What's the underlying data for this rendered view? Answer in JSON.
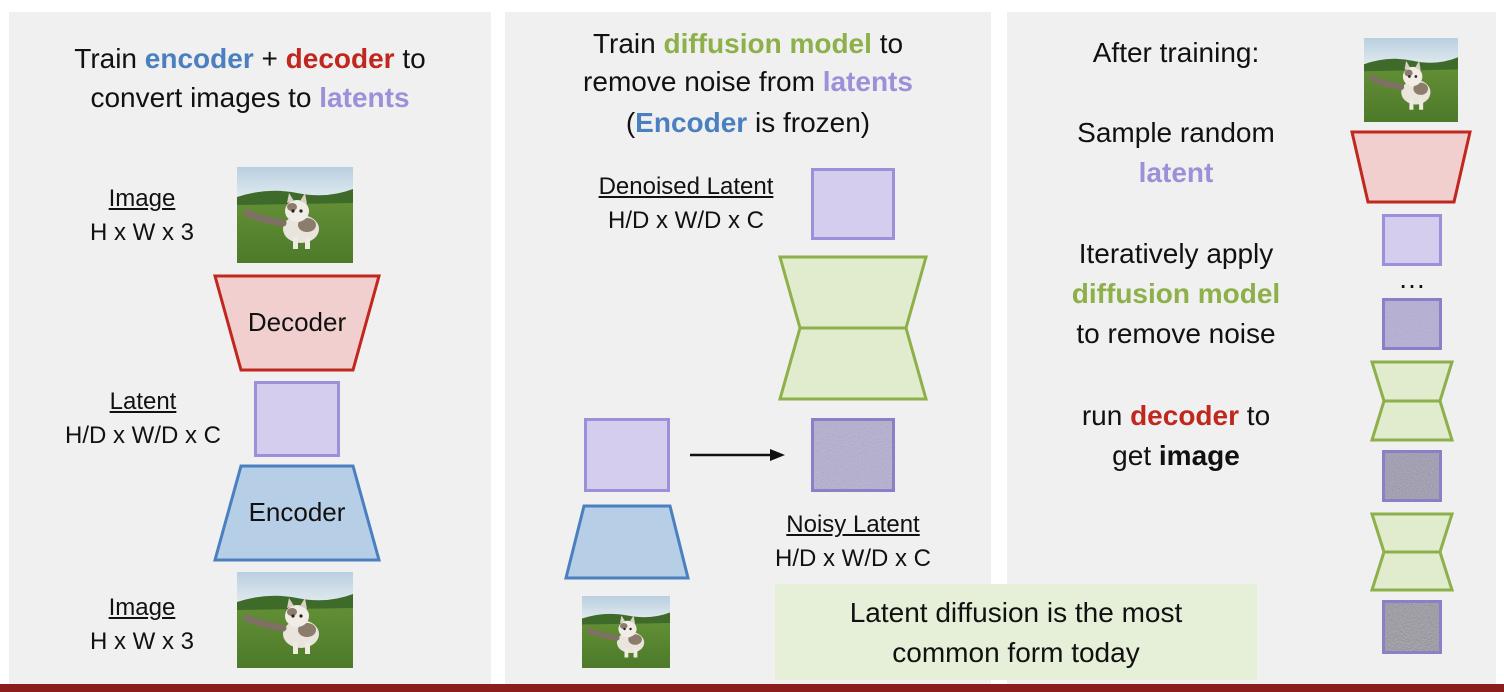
{
  "colors": {
    "encoder": "#4a7fc0",
    "decoder": "#c0271e",
    "latent": "#9d8fd8",
    "diffusion": "#8db04a",
    "panel_bg": "#f0f0f0",
    "callout_bg": "#e6efd8",
    "bottom_bar": "#8c1d1d"
  },
  "left_panel": {
    "title": {
      "train": "Train",
      "encoder": "encoder",
      "plus": "+",
      "decoder": "decoder",
      "to": "to",
      "convert": "convert images to",
      "latents": "latents"
    },
    "image_top": {
      "name": "Image",
      "dims": "H x W x 3"
    },
    "decoder_label": "Decoder",
    "latent": {
      "name": "Latent",
      "dims": "H/D x W/D x C"
    },
    "encoder_label": "Encoder",
    "image_bottom": {
      "name": "Image",
      "dims": "H x W x 3"
    }
  },
  "middle_panel": {
    "title": {
      "train": "Train",
      "diffusion_model": "diffusion model",
      "to": "to",
      "remove_noise_from": "remove noise from",
      "latents": "latents",
      "open_paren": "(",
      "encoder": "Encoder",
      "is_frozen": "is frozen)"
    },
    "denoised_latent": {
      "name": "Denoised Latent",
      "dims": "H/D x W/D x C"
    },
    "noisy_latent": {
      "name": "Noisy Latent",
      "dims": "H/D x W/D x C"
    }
  },
  "right_panel": {
    "after_training": "After training:",
    "sample_random": "Sample random",
    "latent": "latent",
    "iteratively_apply": "Iteratively apply",
    "diffusion_model": "diffusion model",
    "to_remove_noise": "to remove noise",
    "run": "run",
    "decoder": "decoder",
    "to": "to",
    "get": "get",
    "image": "image",
    "ellipsis": "…"
  },
  "callout": {
    "line1": "Latent diffusion is the most",
    "line2": "common form today"
  }
}
